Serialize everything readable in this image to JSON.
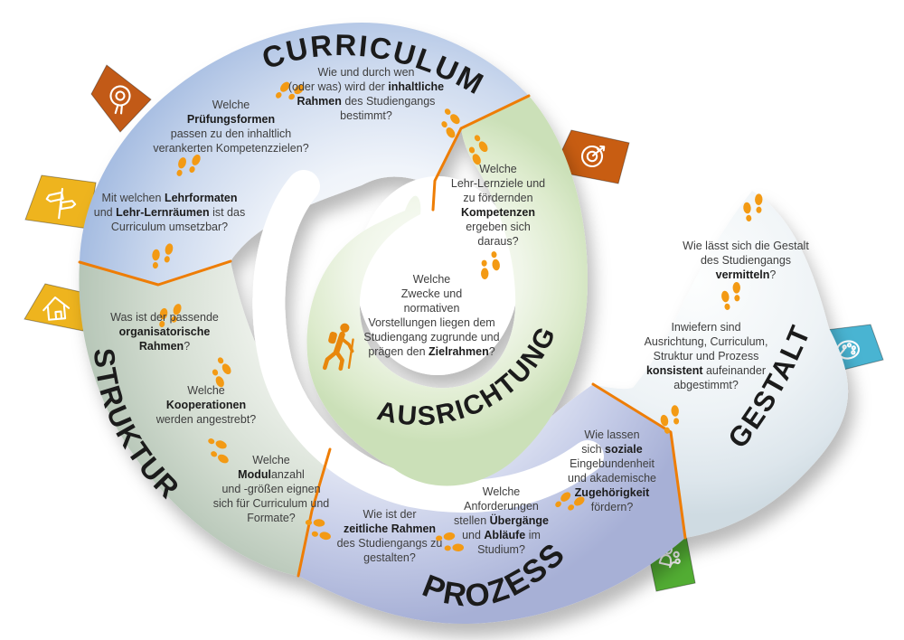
{
  "diagram": {
    "sections": {
      "curriculum": {
        "title": "CURRICULUM",
        "questions": {
          "q1": {
            "lines": [
              [
                {
                  "t": "Wie und durch wen"
                }
              ],
              [
                {
                  "t": "(oder was) wird der "
                },
                {
                  "t": "inhaltliche",
                  "b": true
                }
              ],
              [
                {
                  "t": "Rahmen",
                  "b": true
                },
                {
                  "t": " des Studiengangs"
                }
              ],
              [
                {
                  "t": "bestimmt?"
                }
              ]
            ]
          },
          "q2": {
            "lines": [
              [
                {
                  "t": "Welche"
                }
              ],
              [
                {
                  "t": "Prüfungsformen",
                  "b": true
                }
              ],
              [
                {
                  "t": "passen zu den inhaltlich"
                }
              ],
              [
                {
                  "t": "verankerten Kompetenzzielen?"
                }
              ]
            ]
          },
          "q3": {
            "lines": [
              [
                {
                  "t": "Mit welchen "
                },
                {
                  "t": "Lehrformaten",
                  "b": true
                }
              ],
              [
                {
                  "t": "und "
                },
                {
                  "t": "Lehr-Lernräumen",
                  "b": true
                },
                {
                  "t": " ist das"
                }
              ],
              [
                {
                  "t": "Curriculum umsetzbar?"
                }
              ]
            ]
          }
        }
      },
      "ausrichtung": {
        "title": "AUSRICHTUNG",
        "questions": {
          "q1": {
            "lines": [
              [
                {
                  "t": "Welche"
                }
              ],
              [
                {
                  "t": "Lehr-Lernziele und"
                }
              ],
              [
                {
                  "t": "zu fördernden"
                }
              ],
              [
                {
                  "t": "Kompetenzen",
                  "b": true
                }
              ],
              [
                {
                  "t": "ergeben sich"
                }
              ],
              [
                {
                  "t": "daraus?"
                }
              ]
            ]
          },
          "q2": {
            "lines": [
              [
                {
                  "t": "Welche"
                }
              ],
              [
                {
                  "t": "Zwecke und"
                }
              ],
              [
                {
                  "t": "normativen"
                }
              ],
              [
                {
                  "t": "Vorstellungen liegen dem"
                }
              ],
              [
                {
                  "t": "Studiengang zugrunde und"
                }
              ],
              [
                {
                  "t": "prägen den "
                },
                {
                  "t": "Zielrahmen",
                  "b": true
                },
                {
                  "t": "?"
                }
              ]
            ]
          }
        }
      },
      "struktur": {
        "title": "STRUKTUR",
        "questions": {
          "q1": {
            "lines": [
              [
                {
                  "t": "Was ist der passende"
                }
              ],
              [
                {
                  "t": "organisatorische",
                  "b": true
                }
              ],
              [
                {
                  "t": "Rahmen",
                  "b": true
                },
                {
                  "t": "?"
                }
              ]
            ]
          },
          "q2": {
            "lines": [
              [
                {
                  "t": "Welche"
                }
              ],
              [
                {
                  "t": "Kooperationen",
                  "b": true
                }
              ],
              [
                {
                  "t": "werden angestrebt?"
                }
              ]
            ]
          },
          "q3": {
            "lines": [
              [
                {
                  "t": "Welche"
                }
              ],
              [
                {
                  "t": "Modul",
                  "b": true
                },
                {
                  "t": "anzahl"
                }
              ],
              [
                {
                  "t": "und -größen eignen"
                }
              ],
              [
                {
                  "t": "sich für Curriculum und"
                }
              ],
              [
                {
                  "t": "Formate?"
                }
              ]
            ]
          }
        }
      },
      "prozess": {
        "title": "PROZESS",
        "questions": {
          "q1": {
            "lines": [
              [
                {
                  "t": "Wie ist der"
                }
              ],
              [
                {
                  "t": "zeitliche Rahmen",
                  "b": true
                }
              ],
              [
                {
                  "t": "des Studiengangs zu"
                }
              ],
              [
                {
                  "t": "gestalten?"
                }
              ]
            ]
          },
          "q2": {
            "lines": [
              [
                {
                  "t": "Welche"
                }
              ],
              [
                {
                  "t": "Anforderungen"
                }
              ],
              [
                {
                  "t": "stellen "
                },
                {
                  "t": "Übergänge",
                  "b": true
                }
              ],
              [
                {
                  "t": "und "
                },
                {
                  "t": "Abläufe",
                  "b": true
                },
                {
                  "t": " im"
                }
              ],
              [
                {
                  "t": "Studium?"
                }
              ]
            ]
          },
          "q3": {
            "lines": [
              [
                {
                  "t": "Wie lassen"
                }
              ],
              [
                {
                  "t": "sich "
                },
                {
                  "t": "soziale",
                  "b": true
                }
              ],
              [
                {
                  "t": "Eingebundenheit"
                }
              ],
              [
                {
                  "t": "und akademische"
                }
              ],
              [
                {
                  "t": "Zugehörigkeit",
                  "b": true
                }
              ],
              [
                {
                  "t": "fördern?"
                }
              ]
            ]
          }
        }
      },
      "gestalt": {
        "title": "GESTALT",
        "questions": {
          "q1": {
            "lines": [
              [
                {
                  "t": "Wie lässt sich die Gestalt"
                }
              ],
              [
                {
                  "t": "des Studiengangs"
                }
              ],
              [
                {
                  "t": "vermitteln",
                  "b": true
                },
                {
                  "t": "?"
                }
              ]
            ]
          },
          "q2": {
            "lines": [
              [
                {
                  "t": "Inwiefern sind"
                }
              ],
              [
                {
                  "t": "Ausrichtung, Curriculum,"
                }
              ],
              [
                {
                  "t": "Struktur und Prozess"
                }
              ],
              [
                {
                  "t": "konsistent",
                  "b": true
                },
                {
                  "t": " aufeinander"
                }
              ],
              [
                {
                  "t": "abgestimmt?"
                }
              ]
            ]
          }
        }
      }
    },
    "flags": {
      "medal": {
        "icon": "medal-icon",
        "color": "#c25a17"
      },
      "signpost": {
        "icon": "signpost-icon",
        "color": "#eeb41e"
      },
      "house": {
        "icon": "house-icon",
        "color": "#eeb41e"
      },
      "target": {
        "icon": "target-icon",
        "color": "#c85d12"
      },
      "palette": {
        "icon": "palette-icon",
        "color": "#49b4d2"
      },
      "people": {
        "icon": "people-icon",
        "color": "#52ad33"
      }
    },
    "colors": {
      "accent_orange": "#ee7d05",
      "footprint": "#f39a14",
      "footprint_outline": "#c87704",
      "hiker": "#e8870c",
      "curriculum": "#a5bce1",
      "struktur": "#b5c5b6",
      "prozess": "#a7b0d6",
      "ausrichtung": "#cbe0b8",
      "gestalt": "#d0dce3"
    },
    "decor": {
      "hiker": "hiker-icon",
      "footprints": "footprints-icon"
    }
  }
}
